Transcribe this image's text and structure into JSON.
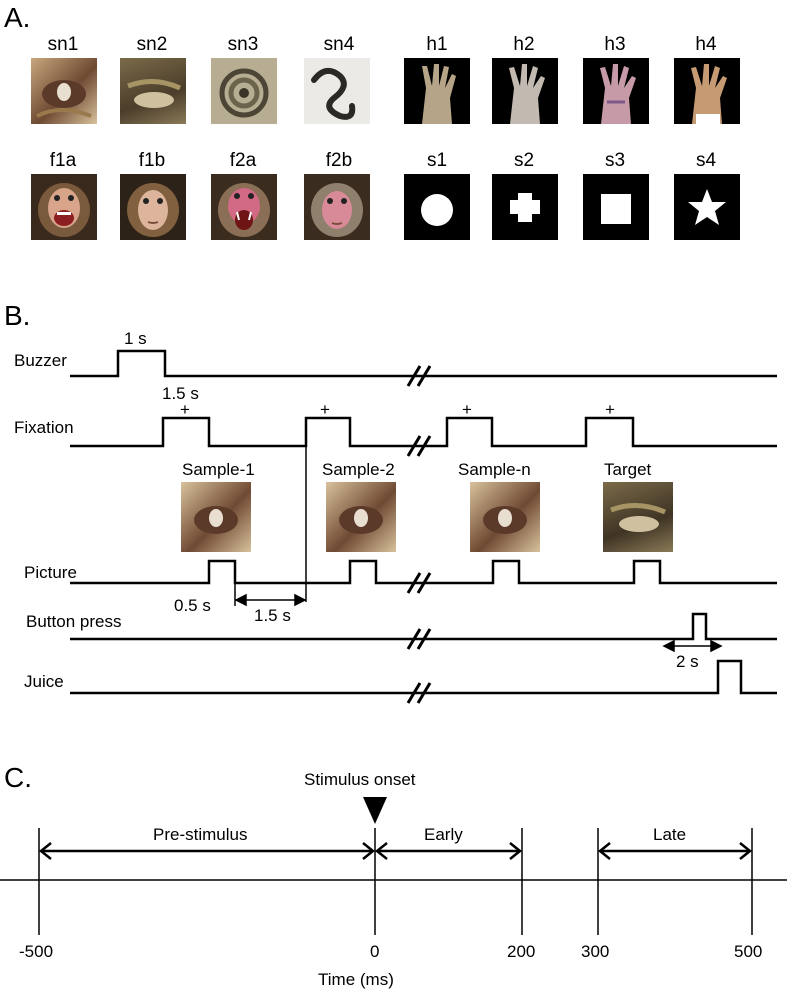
{
  "panel_a": {
    "label": "A.",
    "row1": [
      "sn1",
      "sn2",
      "sn3",
      "sn4",
      "h1",
      "h2",
      "h3",
      "h4"
    ],
    "row2": [
      "f1a",
      "f1b",
      "f2a",
      "f2b",
      "s1",
      "s2",
      "s3",
      "s4"
    ],
    "icons": {
      "snakes": "snake-photo",
      "hands": "monkey-hand-photo",
      "faces": "monkey-face-photo",
      "shapes": [
        "circle-shape",
        "cross-shape",
        "square-shape",
        "star-shape"
      ]
    }
  },
  "panel_b": {
    "label": "B.",
    "rows": [
      "Buzzer",
      "Fixation",
      "Picture",
      "Button press",
      "Juice"
    ],
    "buzzer_duration": "1 s",
    "fixation_duration": "1.5 s",
    "fixation_marker": "+",
    "picture_labels": [
      "Sample-1",
      "Sample-2",
      "Sample-n",
      "Target"
    ],
    "picture_duration": "0.5 s",
    "interval": "1.5 s",
    "response_window": "2 s",
    "break_symbol": "//"
  },
  "panel_c": {
    "label": "C.",
    "onset_label": "Stimulus onset",
    "segments": [
      "Pre-stimulus",
      "Early",
      "Late"
    ],
    "ticks": [
      "-500",
      "0",
      "200",
      "300",
      "500"
    ],
    "xlabel": "Time (ms)"
  },
  "colors": {
    "line": "#000000",
    "background": "#ffffff"
  }
}
